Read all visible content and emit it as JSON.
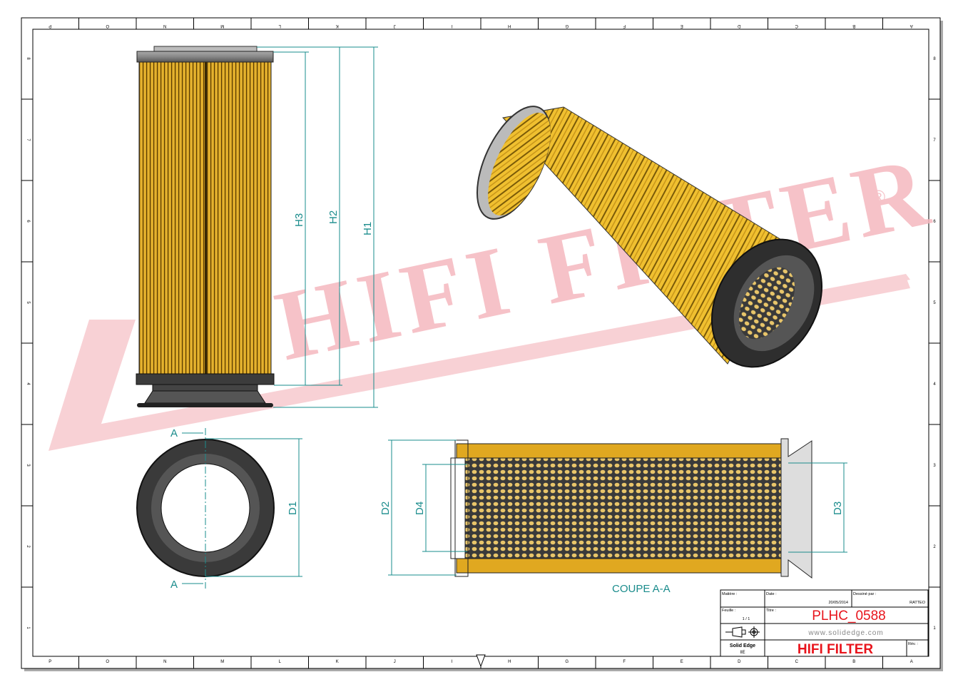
{
  "sheet": {
    "column_labels": [
      "P",
      "O",
      "N",
      "M",
      "L",
      "K",
      "J",
      "I",
      "H",
      "G",
      "F",
      "E",
      "D",
      "C",
      "B",
      "A"
    ],
    "row_labels": [
      "8",
      "7",
      "6",
      "5",
      "4",
      "3",
      "2",
      "1"
    ]
  },
  "watermark": {
    "text": "HIFI FILTER",
    "registered": "®",
    "color": "#f5b8bf"
  },
  "dimensions": {
    "H1": "H1",
    "H2": "H2",
    "H3": "H3",
    "D1": "D1",
    "D2": "D2",
    "D3": "D3",
    "D4": "D4",
    "section_mark": "A",
    "section_label": "COUPE A-A",
    "color": "#1a8c8c"
  },
  "title_block": {
    "material_label": "Matière :",
    "date_label": "Date :",
    "date": "20/05/2014",
    "drawn_by_label": "Dessiné par :",
    "drawn_by": "RATTEO",
    "sheet_label": "Feuille :",
    "sheet": "1 / 1",
    "title_label": "Titre :",
    "title": "PLHC_0588",
    "website": "www.solidedge.com",
    "software": "Solid Edge",
    "software_sub": "IIE",
    "company": "HIFI FILTER",
    "rev_label": "Rév. :",
    "accent": "#e8141c"
  }
}
